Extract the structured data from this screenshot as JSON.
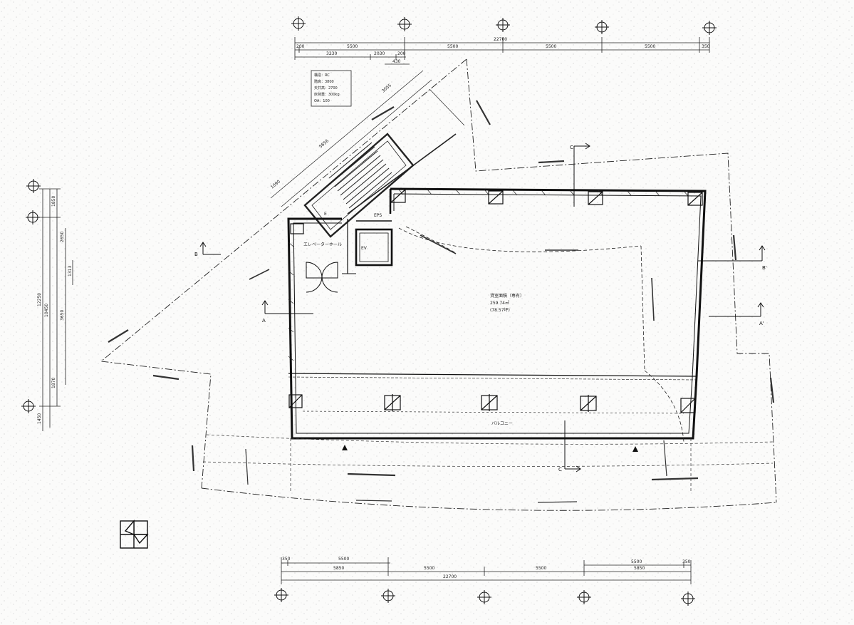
{
  "top_dimensions": {
    "overall": "22700",
    "row1": [
      "200",
      "5500",
      "5500",
      "5500",
      "5500",
      "350"
    ],
    "row2": [
      "3230",
      "2030",
      "200"
    ],
    "row3": "430"
  },
  "bottom_dimensions": {
    "overall": "22700",
    "row1": [
      "350",
      "5500",
      "5500",
      "350"
    ],
    "row2": [
      "5850",
      "5500",
      "5500",
      "5850"
    ],
    "left_row1": "350",
    "right_row1": "350"
  },
  "left_dimensions": {
    "overall": "12250",
    "values": [
      "1850",
      "2650",
      "10450",
      "3650",
      "1870",
      "1450",
      "1313"
    ]
  },
  "diagonal_dimensions": [
    "3055",
    "5856",
    "1090"
  ],
  "labels": {
    "eps": "EPS",
    "elevator_hall": "エレベーターホール",
    "ev": "EV",
    "main_room": "貸室面積（専有）",
    "main_area": "259.74㎡",
    "main_area_tsubo": "(78.57坪)",
    "balcony": "バルコニー",
    "stair_label": "E"
  },
  "section_markers": {
    "c_top": "C",
    "c_bottom": "C",
    "b_left": "B",
    "b_right": "B'",
    "a_left": "A",
    "a_right": "A'"
  },
  "legend_box_lines": [
    "構造：RC",
    "階高：3800",
    "天井高：2700",
    "床荷重：300kg",
    "OA：100"
  ]
}
